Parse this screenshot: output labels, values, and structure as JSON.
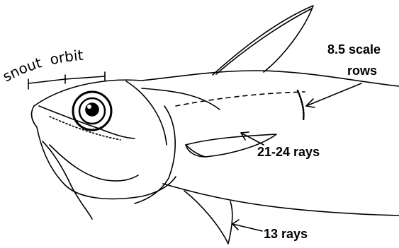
{
  "labels": {
    "snout": "snout",
    "orbit": "orbit",
    "scale_rows_line1": "8.5 scale",
    "scale_rows_line2": "rows",
    "pectoral_rays": "21-24 rays",
    "pelvic_rays": "13 rays"
  },
  "colors": {
    "ink": "#000000",
    "background": "#ffffff"
  }
}
